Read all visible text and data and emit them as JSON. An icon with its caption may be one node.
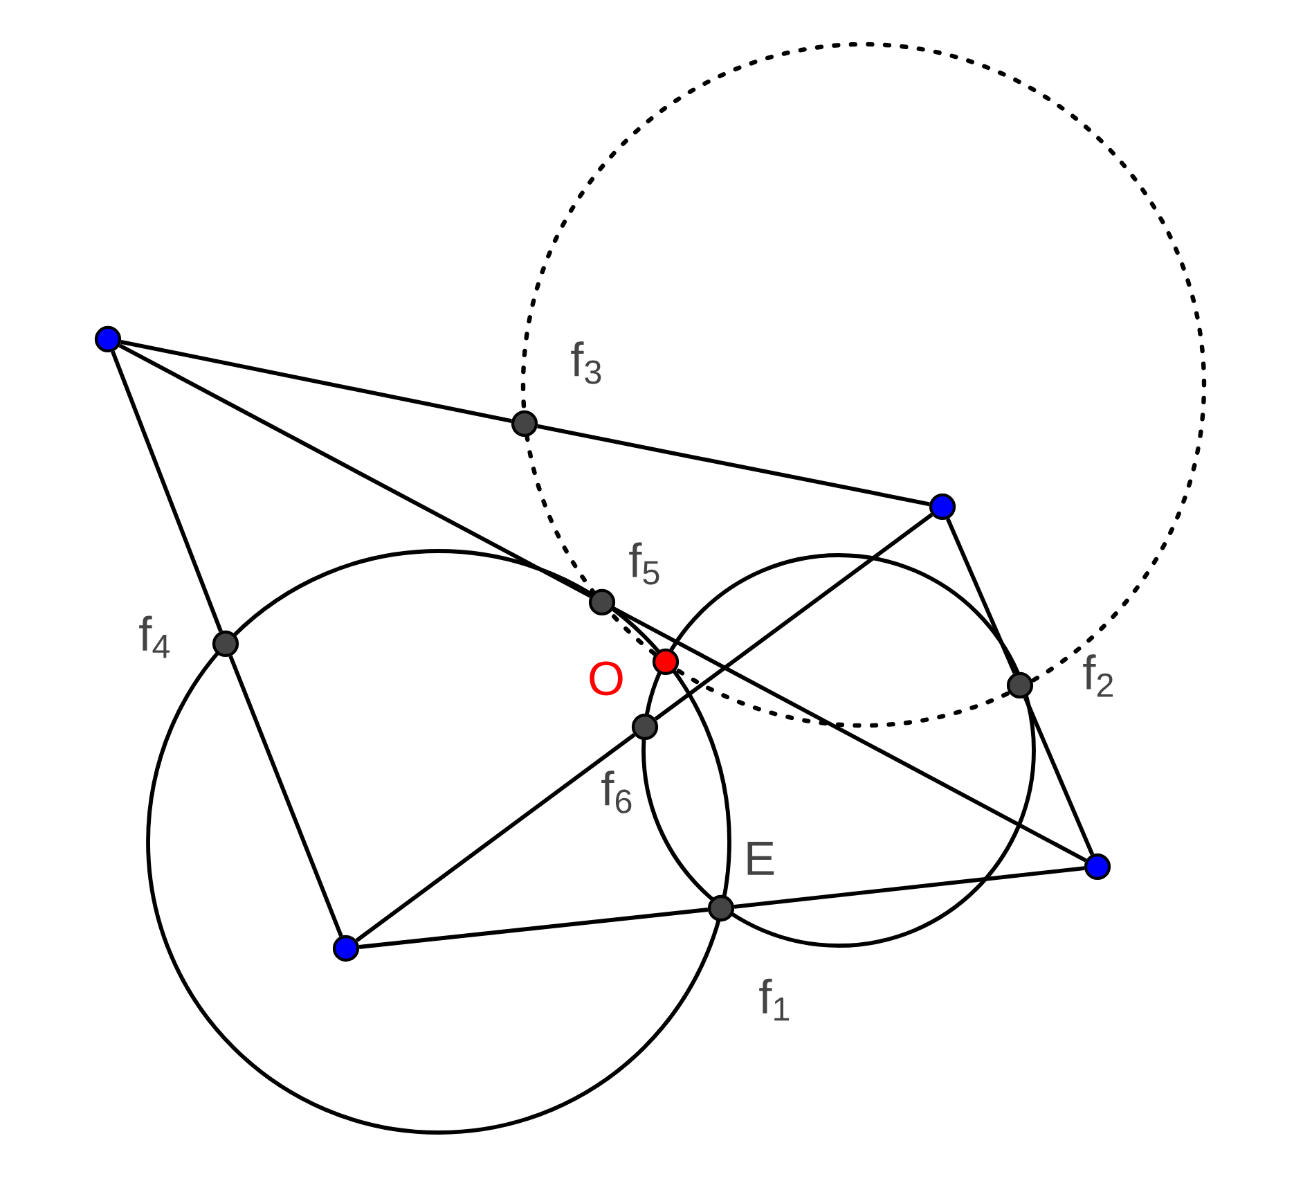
{
  "diagram": {
    "nodes": [
      {
        "text": [],
        "shape": "circle"
      },
      {
        "text": [
          "f$_{3}$"
        ]
      },
      {
        "text": [],
        "shape": "circle"
      },
      {
        "text": [
          "f$_{5}$"
        ]
      },
      {
        "text": [
          "f$_{4}$"
        ]
      },
      {
        "text": [
          "O"
        ]
      },
      {
        "text": [
          "f$_{2}$"
        ]
      },
      {
        "text": [
          "f$_{6}$"
        ]
      },
      {
        "text": [],
        "shape": "circle"
      },
      {
        "text": [
          "E",
          "f$_{1}$"
        ]
      },
      {
        "text": [],
        "shape": "circle"
      }
    ],
    "edges": [
      {
        "from": 0,
        "to": 1,
        "arrow": "none"
      },
      {
        "from": 1,
        "to": 2,
        "arrow": "none"
      },
      {
        "from": 2,
        "to": 6,
        "arrow": "none"
      },
      {
        "from": 6,
        "to": 8,
        "arrow": "none"
      },
      {
        "from": 8,
        "to": 9,
        "arrow": "none"
      },
      {
        "from": 9,
        "to": 10,
        "arrow": "none"
      },
      {
        "from": 10,
        "to": 4,
        "arrow": "none"
      },
      {
        "from": 4,
        "to": 0,
        "arrow": "none"
      },
      {
        "from": 0,
        "to": 3,
        "arrow": "none"
      },
      {
        "from": 3,
        "to": 8,
        "arrow": "none"
      },
      {
        "from": 10,
        "to": 7,
        "arrow": "none"
      },
      {
        "from": 7,
        "to": 2,
        "arrow": "none"
      }
    ]
  }
}
